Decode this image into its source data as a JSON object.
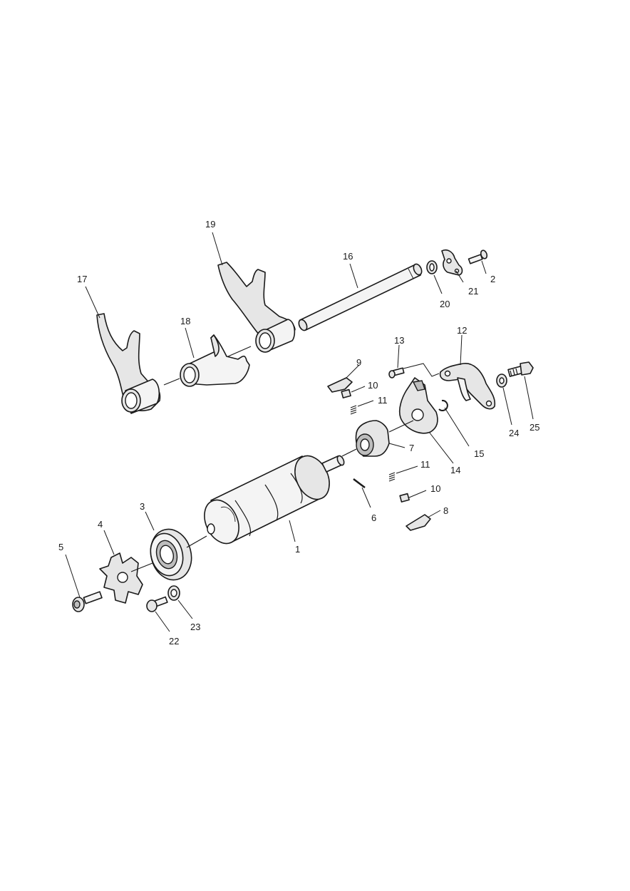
{
  "callouts": {
    "c1": "1",
    "c2": "2",
    "c3": "3",
    "c4": "4",
    "c5": "5",
    "c6": "6",
    "c7": "7",
    "c8": "8",
    "c9": "9",
    "c10a": "10",
    "c10b": "10",
    "c11a": "11",
    "c11b": "11",
    "c12": "12",
    "c13": "13",
    "c14": "14",
    "c15": "15",
    "c16": "16",
    "c17": "17",
    "c18": "18",
    "c19": "19",
    "c20": "20",
    "c21": "21",
    "c22": "22",
    "c23": "23",
    "c24": "24",
    "c25": "25"
  }
}
